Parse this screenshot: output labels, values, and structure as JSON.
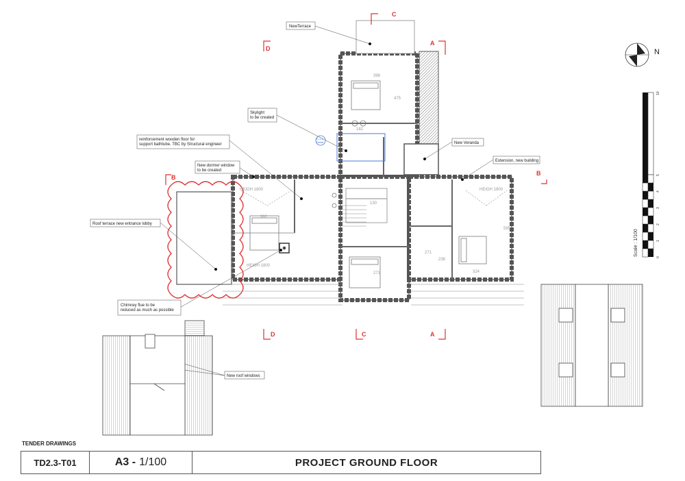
{
  "annotations": {
    "new_terrace": "NewTerrace",
    "skylight": "Skylight\nto be created",
    "reinforcement": "reinforcement wooden floor for\nsupport bathtube. TBC by Structural engineer",
    "new_dormer": "New dormer window\nto be created",
    "new_veranda": "New Veranda",
    "extension": "Extension, new building",
    "roof_terrace": "Roof terrace new entrance lobby",
    "chimney": "Chimney flue to be\nreduced as much as possible",
    "new_roof_windows": "New roof windows",
    "detail_tag": "D-1.5\nDetail"
  },
  "sections": {
    "a": "A",
    "b": "B",
    "c": "C",
    "d": "D"
  },
  "dimensions": {
    "d398": "398",
    "d475": "475",
    "d182": "182",
    "d362": "362",
    "d130": "130",
    "d271a": "271",
    "d271b": "271",
    "d324": "324",
    "d238": "238",
    "d595": "595",
    "height_a": "HEIGH 1800",
    "height_b": "HEIGH 1800",
    "height_c": "HEIGH 1800"
  },
  "scale_bar": {
    "ticks": [
      "0",
      "1",
      "2",
      "3",
      "4",
      "5",
      "10"
    ],
    "label": "Scale : 1/100"
  },
  "north_label": "N",
  "title_block": {
    "heading": "TENDER DRAWINGS",
    "code": "TD2.3-T01",
    "sheet": "A3 -",
    "scale": "1/100",
    "title": "PROJECT GROUND FLOOR"
  },
  "colors": {
    "section_marker": "#e03030",
    "wall": "#555555",
    "hatch": "#bbbbbb",
    "skylight": "#4a78d8"
  }
}
